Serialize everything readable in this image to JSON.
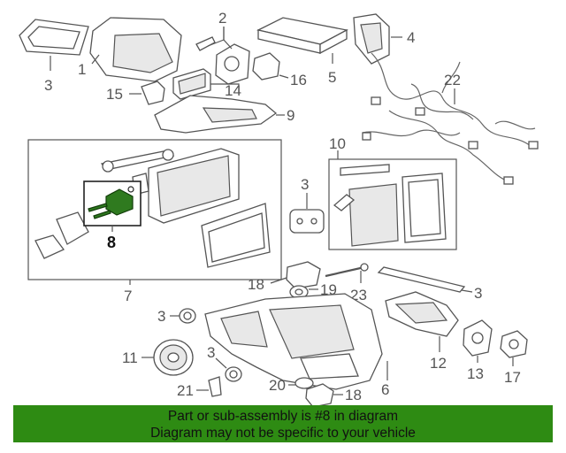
{
  "callouts": {
    "c1": "1",
    "c2": "2",
    "c3a": "3",
    "c4": "4",
    "c5": "5",
    "c14": "14",
    "c15": "15",
    "c16": "16",
    "c9": "9",
    "c22": "22",
    "c10": "10",
    "c3b": "3",
    "c8": "8",
    "c7": "7",
    "c18a": "18",
    "c19": "19",
    "c23": "23",
    "c3c": "3",
    "c3d": "3",
    "c11": "11",
    "c3e": "3",
    "c21": "21",
    "c20": "20",
    "c18b": "18",
    "c6": "6",
    "c12": "12",
    "c13": "13",
    "c17": "17"
  },
  "highlight_color": "#2e8b13",
  "banner": {
    "line1": "Part or sub-assembly is #8 in diagram",
    "line2": "Diagram may not be specific to your vehicle"
  }
}
